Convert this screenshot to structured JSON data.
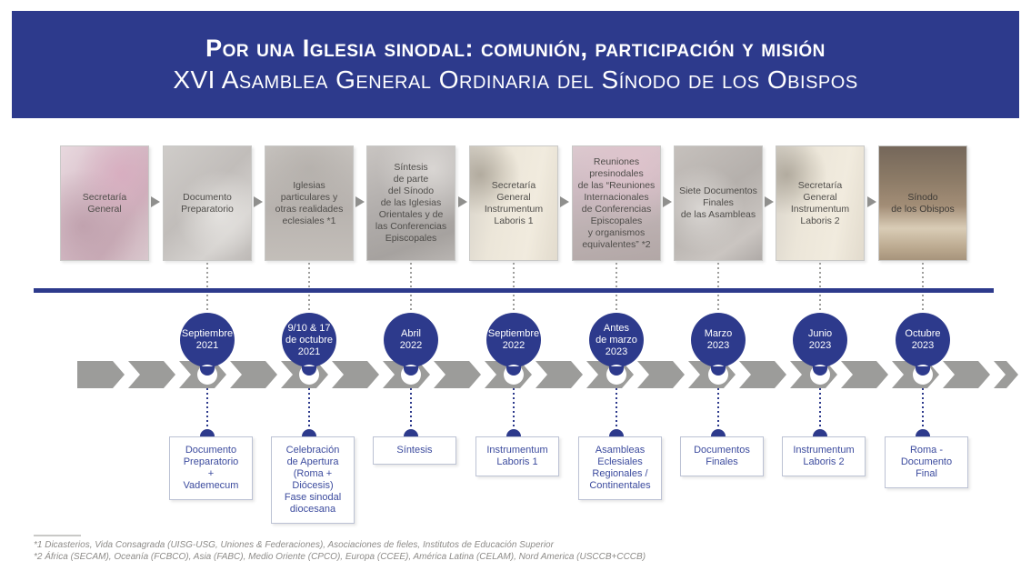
{
  "header": {
    "title_line1": "Por una Iglesia sinodal: comunión, participación y misión",
    "title_line2": "XVI Asamblea General Ordinaria del Sínodo de los Obispos"
  },
  "colors": {
    "navy": "#2d3a8c",
    "band_gray": "#9c9c9a",
    "outcome_text_blue": "#3c4b9e",
    "photo_text_gray": "#4f4d4a",
    "footnote_gray": "#8d8b88"
  },
  "process_boxes": [
    {
      "label": "Secretaría\nGeneral"
    },
    {
      "label": "Documento\nPreparatorio"
    },
    {
      "label": "Iglesias\nparticulares y\notras realidades\neclesiales *1"
    },
    {
      "label": "Síntesis\nde parte\ndel Sínodo\nde las Iglesias\nOrientales y de\nlas Conferencias\nEpiscopales"
    },
    {
      "label": "Secretaría\nGeneral\nInstrumentum\nLaboris 1"
    },
    {
      "label": "Reuniones\npresinodales\nde las “Reuniones\nInternacionales\nde Conferencias\nEpiscopales\ny organismos\nequivalentes” *2"
    },
    {
      "label": "Siete Documentos\nFinales\nde las Asambleas"
    },
    {
      "label": "Secretaría\nGeneral\nInstrumentum\nLaboris 2"
    },
    {
      "label": "Sínodo\nde los Obispos"
    }
  ],
  "timeline": {
    "dates": [
      {
        "label": "Septiembre\n2021"
      },
      {
        "label": "9/10 & 17\nde octubre\n2021"
      },
      {
        "label": "Abril\n2022"
      },
      {
        "label": "Septiembre\n2022"
      },
      {
        "label": "Antes\nde marzo\n2023"
      },
      {
        "label": "Marzo\n2023"
      },
      {
        "label": "Junio\n2023"
      },
      {
        "label": "Octubre\n2023"
      }
    ]
  },
  "outcome_boxes": [
    {
      "label": "Documento\nPreparatorio\n+\nVademecum"
    },
    {
      "label": "Celebración\nde Apertura\n(Roma +\nDiócesis)\nFase sinodal\ndiocesana"
    },
    {
      "label": "Síntesis"
    },
    {
      "label": "Instrumentum\nLaboris 1"
    },
    {
      "label": "Asambleas\nEclesiales\nRegionales /\nContinentales"
    },
    {
      "label": "Documentos\nFinales"
    },
    {
      "label": "Instrumentum\nLaboris 2"
    },
    {
      "label": "Roma -\nDocumento\nFinal"
    }
  ],
  "footnotes": {
    "line1": "*1 Dicasterios, Vida Consagrada (UISG-USG, Uniones & Federaciones), Asociaciones de fieles, Institutos de Educación Superior",
    "line2": "*2 África (SECAM), Oceanía (FCBCO), Asia (FABC), Medio Oriente (CPCO), Europa (CCEE), América Latina (CELAM), Nord America (USCCB+CCCB)"
  }
}
